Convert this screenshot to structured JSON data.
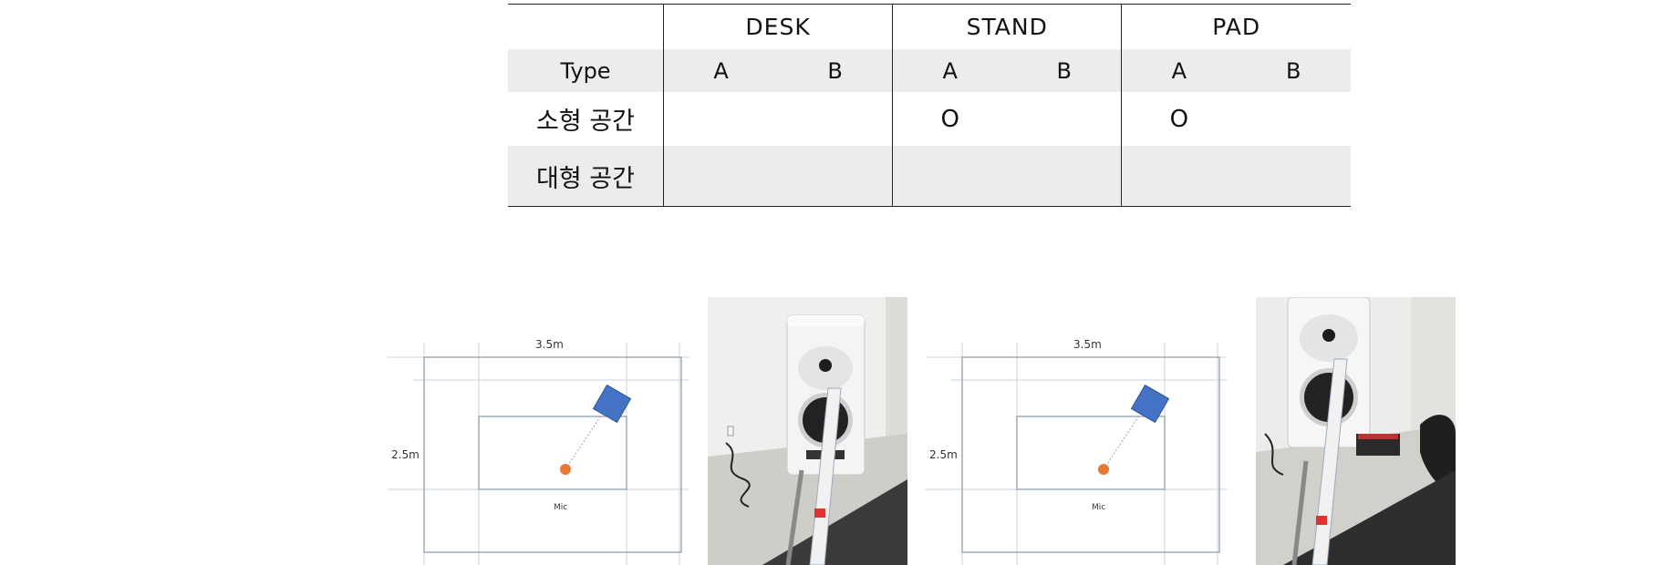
{
  "table": {
    "groups": [
      "DESK",
      "STAND",
      "PAD"
    ],
    "type_label": "Type",
    "sub_types": [
      "A",
      "B",
      "A",
      "B",
      "A",
      "B"
    ],
    "rows": [
      {
        "label": "소형 공간",
        "cells": [
          "",
          "",
          "O",
          "",
          "O",
          ""
        ]
      },
      {
        "label": "대형 공간",
        "cells": [
          "",
          "",
          "",
          "",
          "",
          ""
        ]
      }
    ],
    "mark_color": "#e31a1a"
  },
  "diagrams": [
    {
      "width_label": "3.5m",
      "height_label": "2.5m",
      "mic_label": "Mic"
    },
    {
      "width_label": "3.5m",
      "height_label": "2.5m",
      "mic_label": "Mic"
    }
  ],
  "colors": {
    "speaker": "#4472c4",
    "mic": "#e57a37"
  }
}
